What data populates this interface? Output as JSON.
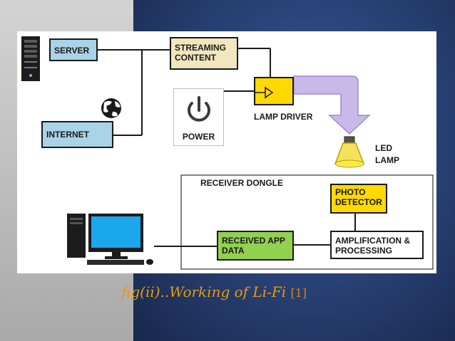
{
  "diagram": {
    "server_label": "SERVER",
    "streaming_label": "STREAMING CONTENT",
    "internet_label": "INTERNET",
    "power_label": "POWER",
    "lamp_driver_label": "LAMP DRIVER",
    "led_lamp_label": "LED LAMP",
    "receiver_dongle_label": "RECEIVER DONGLE",
    "photo_detector_label": "PHOTO DETECTOR",
    "amplification_label": "AMPLIFICATION & PROCESSING",
    "received_app_label": "RECEIVED APP DATA"
  },
  "caption": {
    "text": "fig(ii)..Working of Li-Fi",
    "ref": "[1]"
  },
  "colors": {
    "box_blue": "#a9d3e6",
    "box_tan": "#f1e6bd",
    "box_yellow": "#ffd900",
    "box_green": "#92d050",
    "light_beam": "#c9b9e8",
    "caption": "#e89a0f"
  },
  "icons": [
    "server-tower-icon",
    "globe-icon",
    "power-icon",
    "led-lamp-icon",
    "desktop-computer-icon"
  ]
}
